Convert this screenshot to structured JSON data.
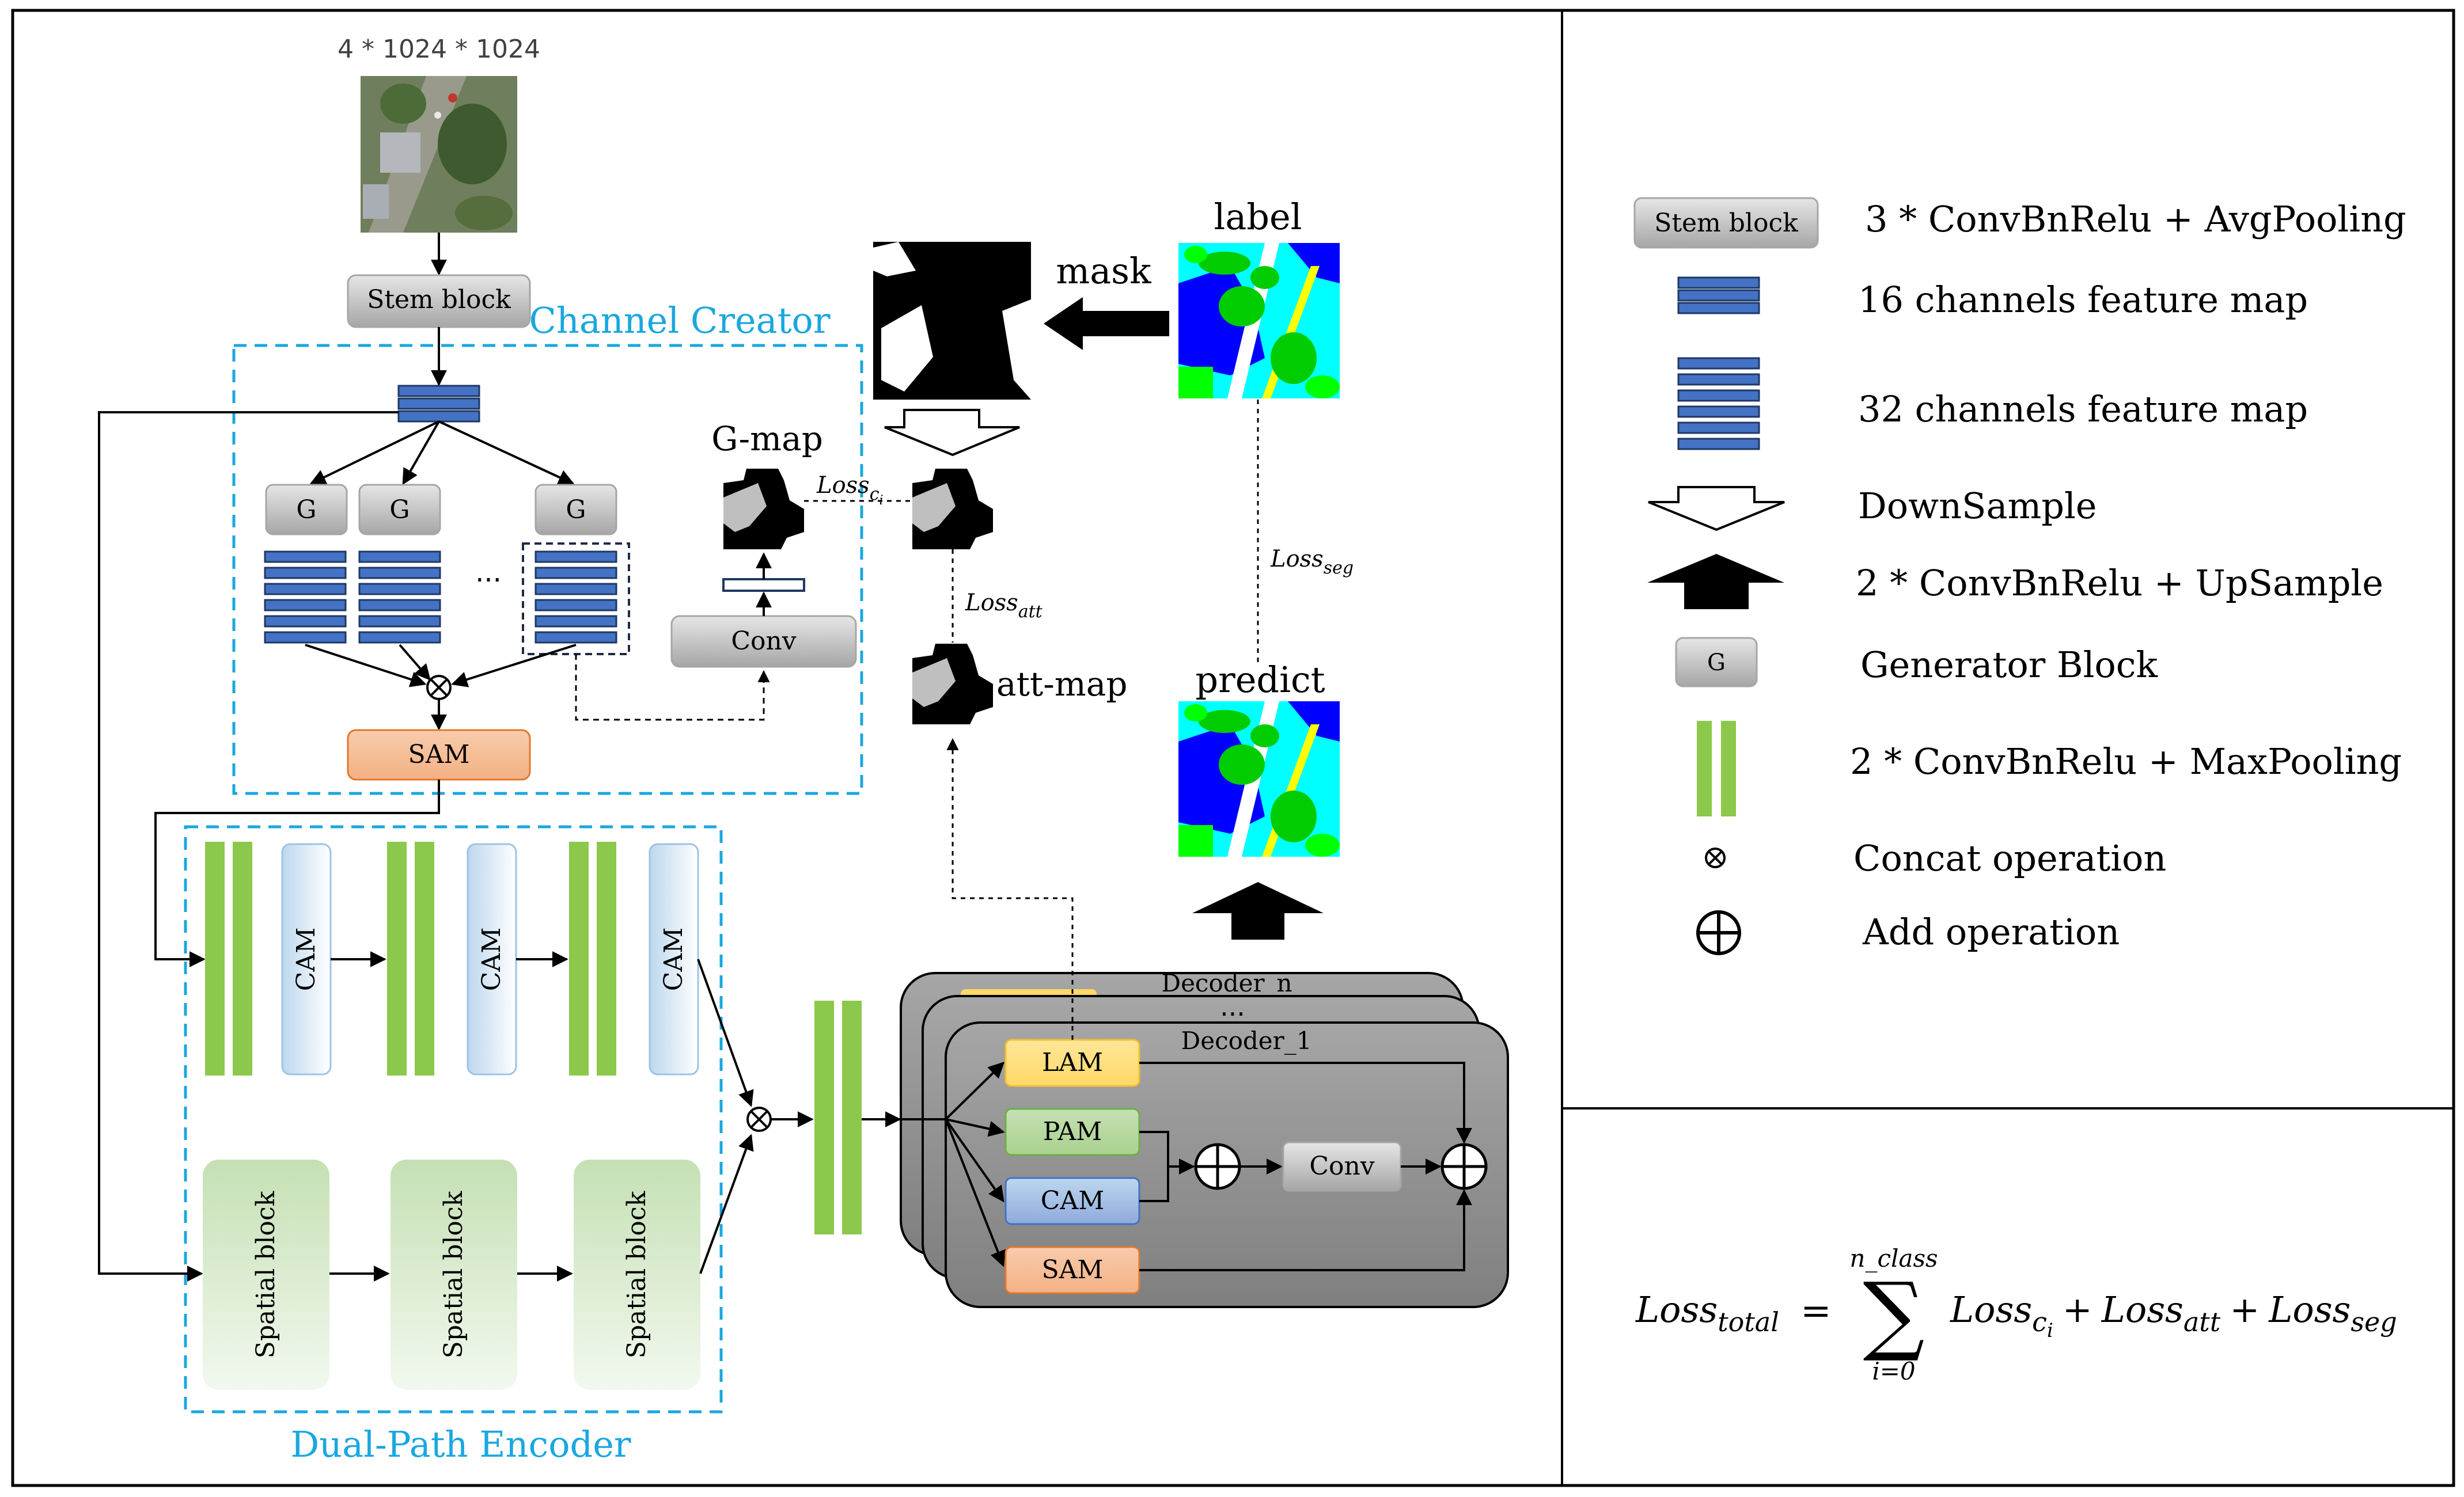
{
  "colors": {
    "blue_bar": "#4472C4",
    "green_bar": "#8CC84B",
    "orange_box": "#F4B183",
    "yellow_box": "#FFD966",
    "green_box": "#A9D18E",
    "cam_blue": "#9DC3E6",
    "cyan_label": "#1AA7E0",
    "gray_box": "#BFBFBF",
    "decoder_gray": "#8C8C8C"
  },
  "main": {
    "input_size": "4 * 1024 * 1024",
    "stem_block": "Stem block",
    "channel_creator": "Channel Creator",
    "g_labels": [
      "G",
      "G",
      "G"
    ],
    "ellipsis": "...",
    "sam": "SAM",
    "conv": "Conv",
    "gmap": "G-map",
    "loss_ci_base": "Loss",
    "loss_ci_sub": "c",
    "loss_ci_subsub": "i",
    "mask": "mask",
    "label": "label",
    "loss_att_base": "Loss",
    "loss_att_sub": "att",
    "att_map": "att-map",
    "loss_seg_base": "Loss",
    "loss_seg_sub": "seg",
    "predict": "predict",
    "cam": "CAM",
    "spatial_block": "Spatial block",
    "dual_path_encoder": "Dual-Path Encoder",
    "decoder_n": "Decoder_n",
    "decoder_1": "Decoder_1",
    "decoder_dots": "...",
    "lam": "LAM",
    "pam": "PAM",
    "dec_cam": "CAM",
    "dec_sam": "SAM",
    "dec_conv": "Conv"
  },
  "legend": {
    "stem_block_box": "Stem block",
    "stem_block_desc": "3 * ConvBnRelu + AvgPooling",
    "ch16_desc": "16 channels feature map",
    "ch32_desc": "32 channels feature map",
    "downsample_desc": "DownSample",
    "upsample_desc": "2 * ConvBnRelu + UpSample",
    "g_box": "G",
    "generator_desc": "Generator Block",
    "maxpool_desc": "2 * ConvBnRelu + MaxPooling",
    "concat_desc": "Concat operation",
    "add_desc": "Add operation"
  },
  "formula": {
    "lhs_base": "Loss",
    "lhs_sub": "total",
    "equals": "=",
    "sigma": "∑",
    "upper": "n_class",
    "lower": "i=0",
    "t1_base": "Loss",
    "t1_sub": "c",
    "t1_subsub": "i",
    "plus1": "+",
    "t2_base": "Loss",
    "t2_sub": "att",
    "plus2": "+",
    "t3_base": "Loss",
    "t3_sub": "seg"
  }
}
